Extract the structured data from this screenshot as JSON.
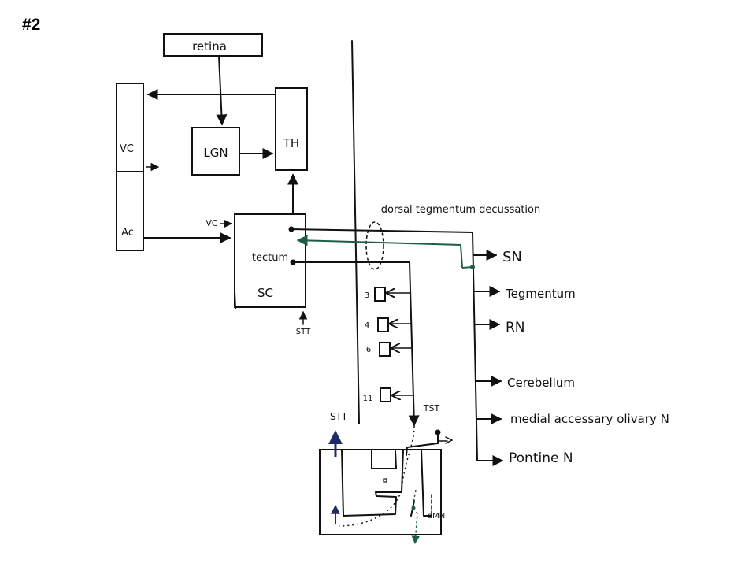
{
  "slide_number": "#2",
  "colors": {
    "ink": "#111111",
    "green_pathway": "#1f5e45",
    "blue_arrow": "#1f2a66"
  },
  "nodes": {
    "retina": "retina",
    "lgn": "LGN",
    "th": "TH",
    "vc": "VC",
    "ac": "Ac",
    "sc": "SC",
    "tectum": "tectum",
    "vc_input": "VC",
    "stt_input": "STT"
  },
  "decussation_label": "dorsal tegmentum decussation",
  "nuclei": [
    "3",
    "4",
    "6",
    "11"
  ],
  "tst_label": "TST",
  "spinal": {
    "stt_label": "STT",
    "dmn_label": "dMN"
  },
  "targets": [
    "SN",
    "Tegmentum",
    "RN",
    "Cerebellum",
    "medial accessary olivary N",
    "Pontine N"
  ]
}
